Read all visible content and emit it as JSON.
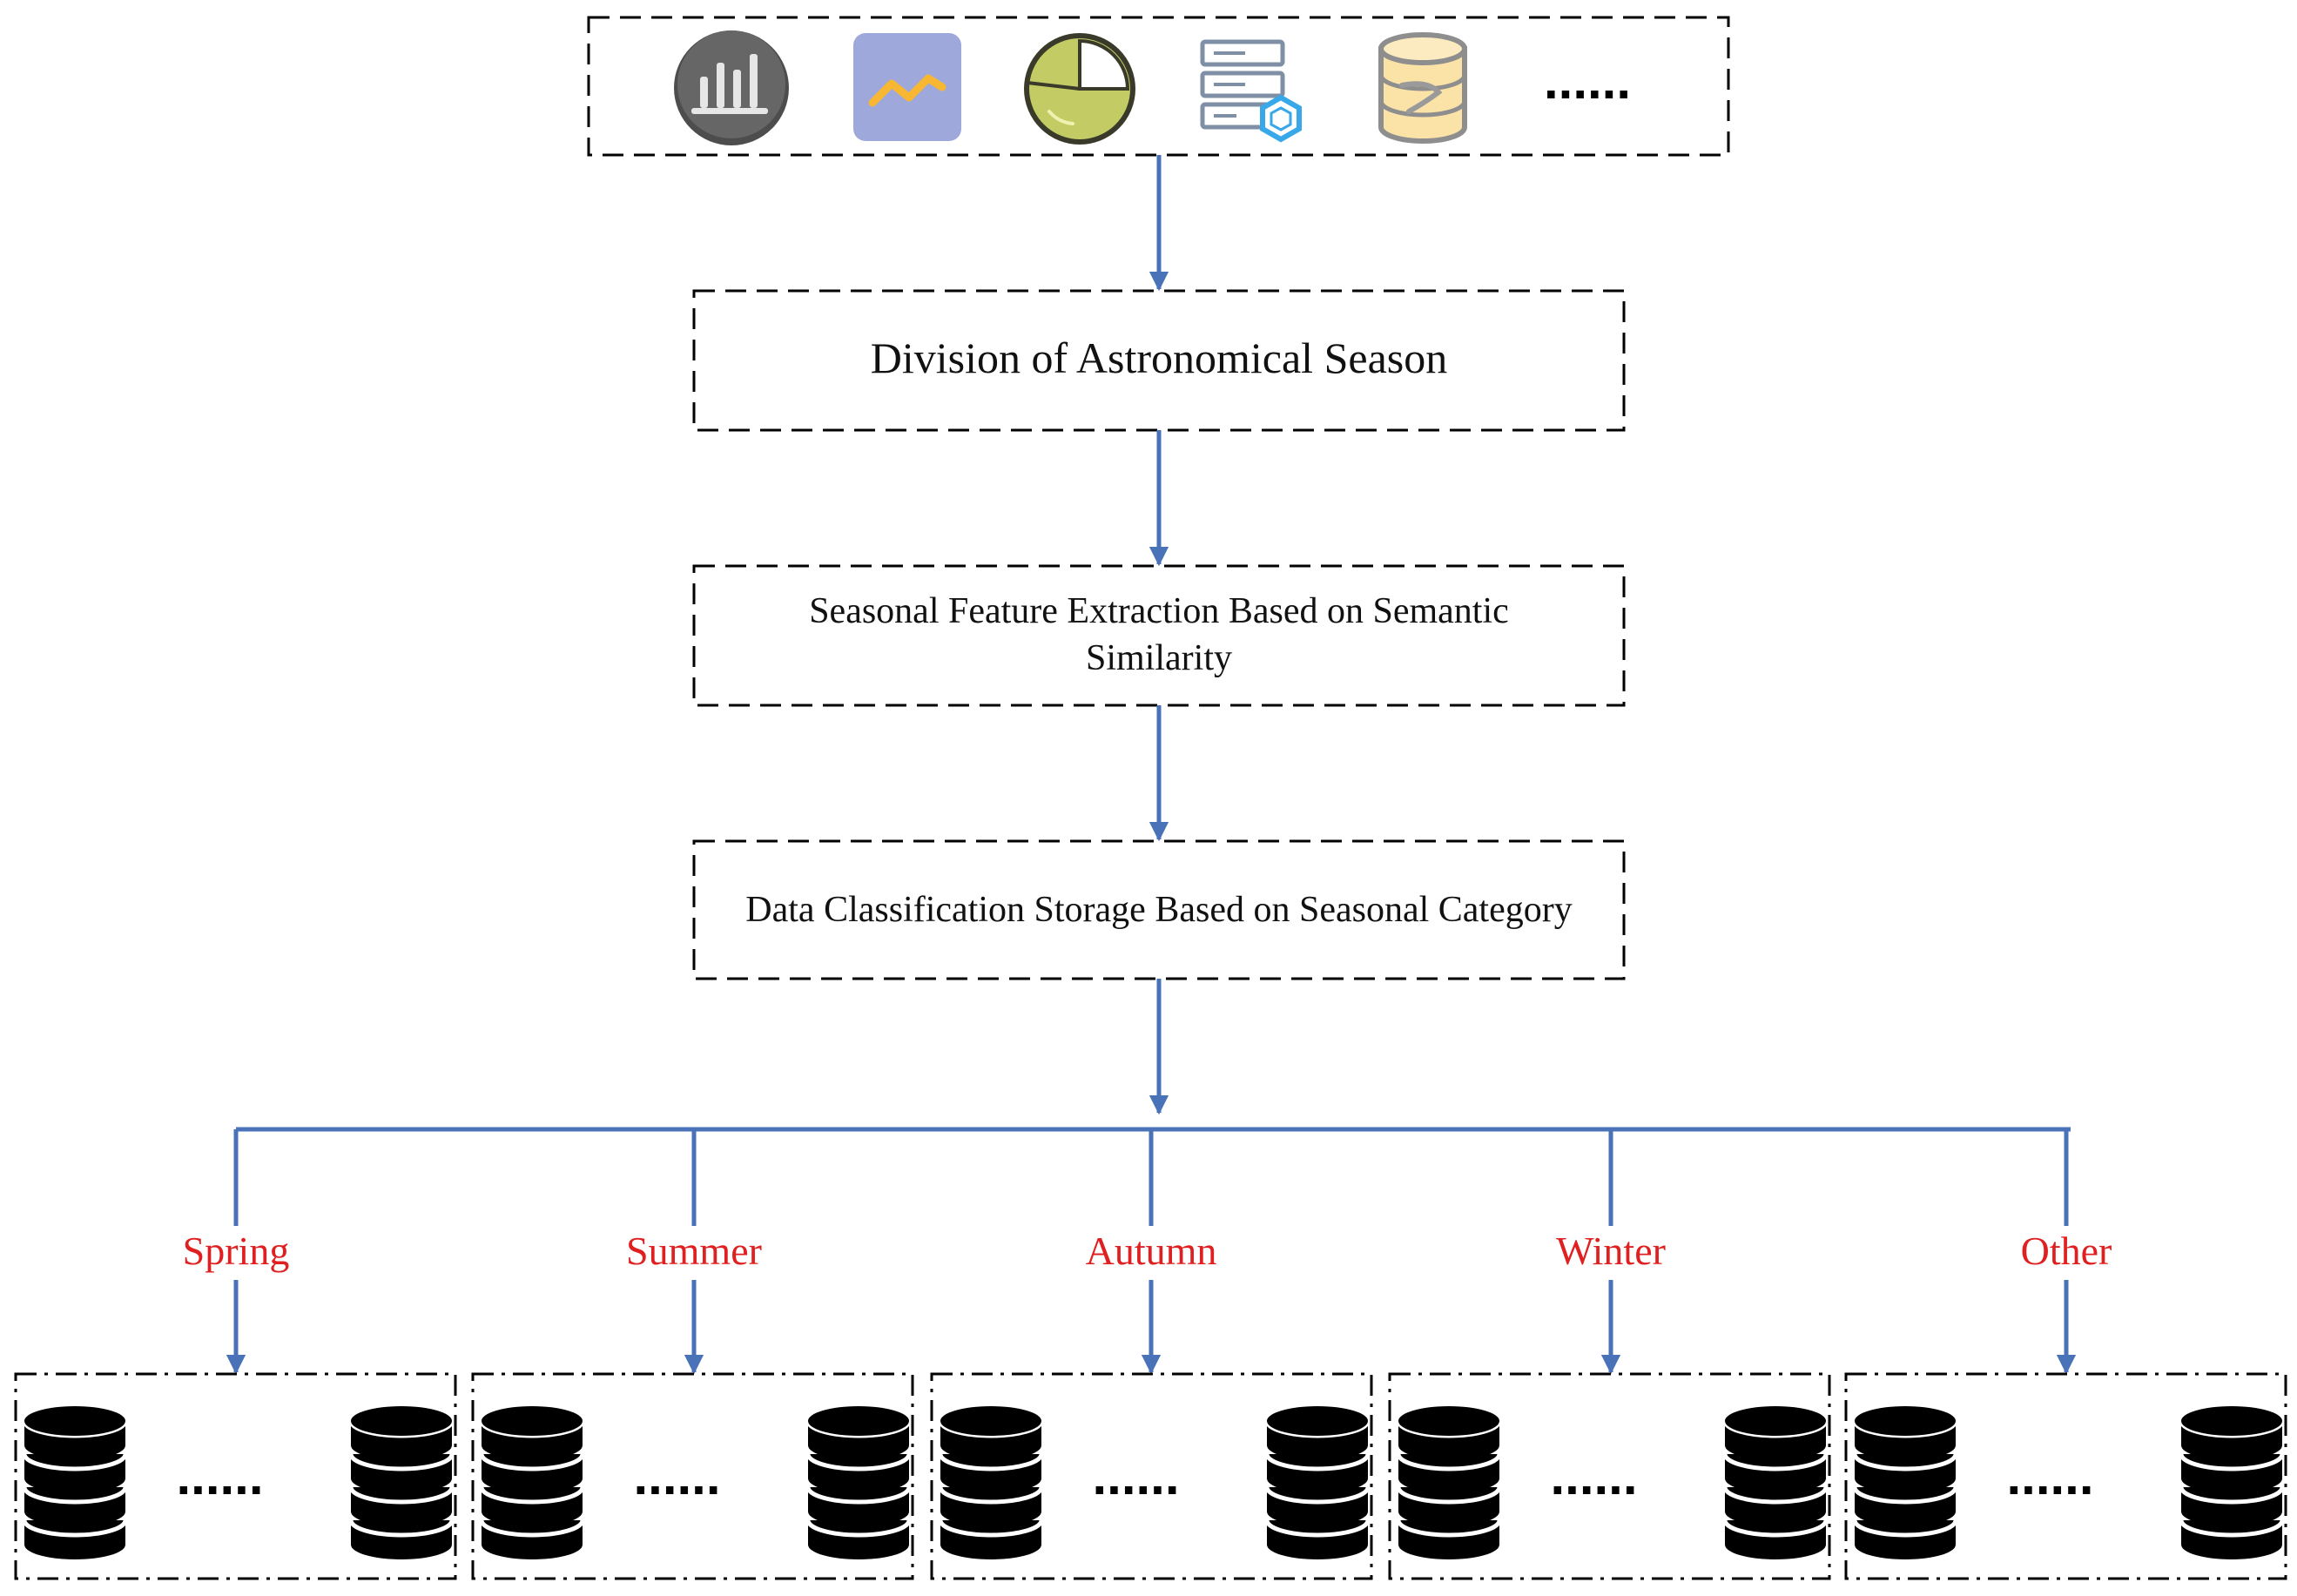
{
  "sources": {
    "icons": [
      "bar-chart-icon",
      "line-chart-icon",
      "pie-chart-icon",
      "server-icon",
      "database-icon"
    ],
    "more": "......"
  },
  "steps": [
    {
      "lines": [
        "Division of Astronomical Season"
      ]
    },
    {
      "lines": [
        "Seasonal Feature Extraction Based on Semantic",
        "Similarity"
      ]
    },
    {
      "lines": [
        "Data Classification Storage Based on Seasonal Category"
      ]
    }
  ],
  "categories": [
    {
      "label": "Spring",
      "more": "......"
    },
    {
      "label": "Summer",
      "more": "......"
    },
    {
      "label": "Autumn",
      "more": "......"
    },
    {
      "label": "Winter",
      "more": "......"
    },
    {
      "label": "Other",
      "more": "......"
    }
  ],
  "colors": {
    "arrow": "#4a72b8",
    "category_label": "#e02020",
    "box_border": "#000000"
  }
}
